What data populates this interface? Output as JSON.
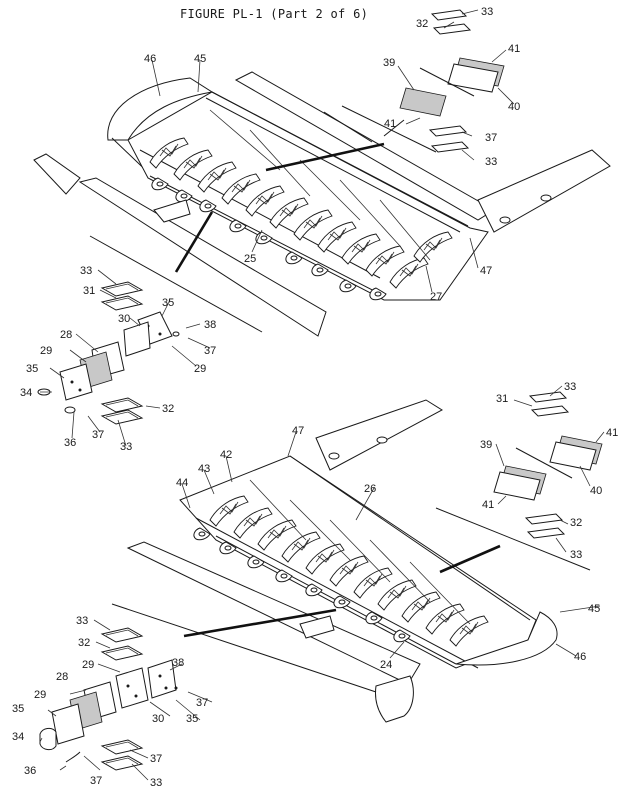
{
  "title": "FIGURE PL-1 (Part 2 of 6)",
  "callouts": {
    "upper": {
      "c33a": "33",
      "c32a": "32",
      "c41a": "41",
      "c39a": "39",
      "c40a": "40",
      "c41b": "41",
      "c37a": "37",
      "c33b": "33",
      "c46": "46",
      "c45": "45",
      "c25": "25",
      "c47": "47",
      "c27": "27",
      "c33c": "33",
      "c31": "31",
      "c35a": "35",
      "c30": "30",
      "c38": "38",
      "c37b": "37",
      "c28": "28",
      "c29a": "29",
      "c29b": "29",
      "c35b": "35",
      "c34": "34",
      "c32b": "32",
      "c36": "36",
      "c37c": "37",
      "c33d": "33"
    },
    "lower": {
      "c33a": "33",
      "c31": "31",
      "c41a": "41",
      "c39": "39",
      "c40": "40",
      "c41b": "41",
      "c32a": "32",
      "c33b": "33",
      "c47": "47",
      "c42": "42",
      "c43": "43",
      "c44": "44",
      "c26": "26",
      "c45": "45",
      "c46": "46",
      "c24": "24",
      "c33c": "33",
      "c32b": "32",
      "c29a": "29",
      "c38": "38",
      "c28": "28",
      "c37a": "37",
      "c29b": "29",
      "c35a": "35",
      "c30": "30",
      "c35b": "35",
      "c34": "34",
      "c37b": "37",
      "c36": "36",
      "c37c": "37",
      "c33d": "33"
    }
  }
}
